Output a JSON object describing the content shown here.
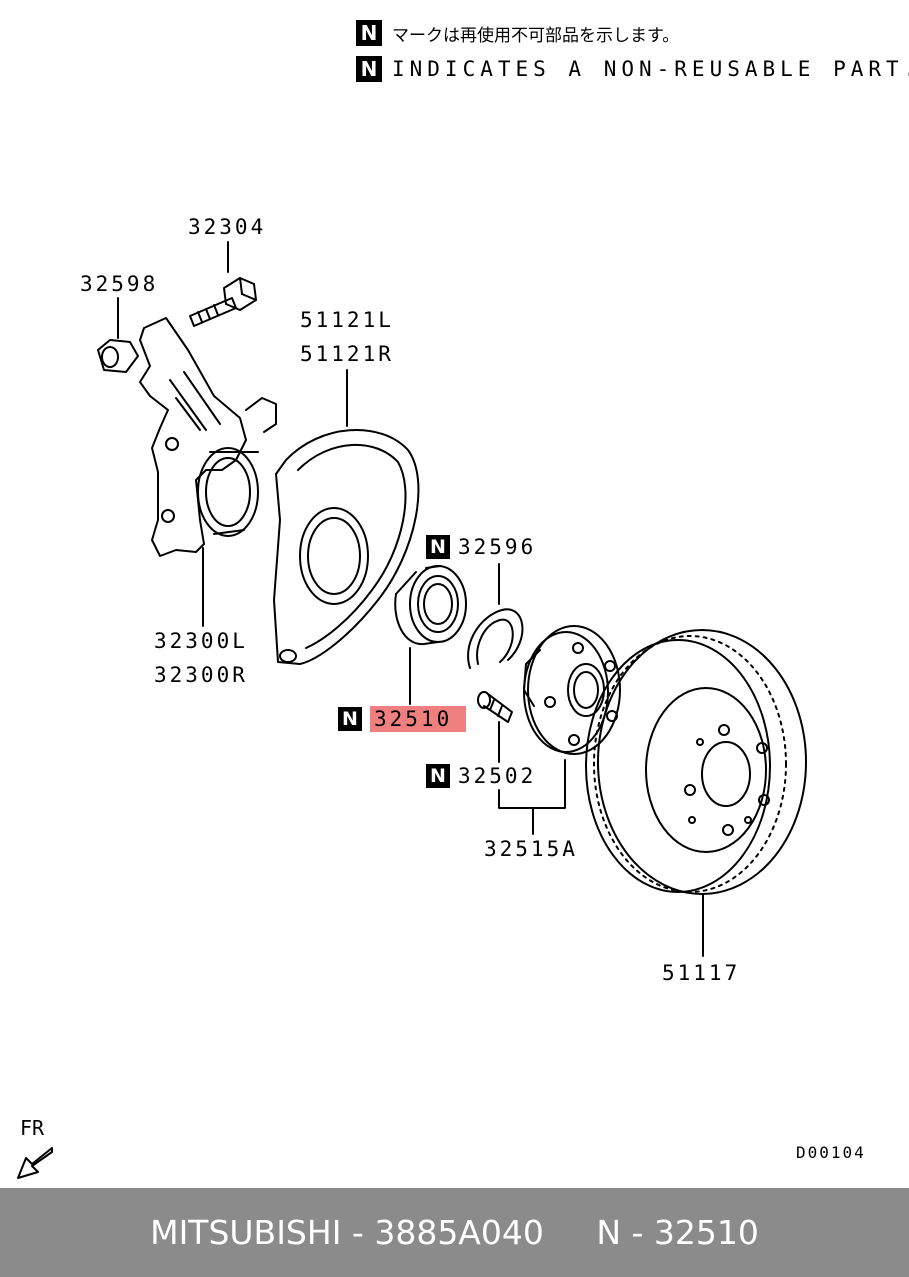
{
  "legend": {
    "n_symbol": "N",
    "japanese": "マークは再使用不可部品を示します。",
    "english": "INDICATES A NON-REUSABLE PART."
  },
  "parts": {
    "bolt": "32304",
    "nut": "32598",
    "dust_shield_l": "51121L",
    "dust_shield_r": "51121R",
    "knuckle_l": "32300L",
    "knuckle_r": "32300R",
    "snap_ring": "32596",
    "bearing": "32510",
    "hub_bolt": "32502",
    "hub_assy": "32515A",
    "brake_disc": "51117"
  },
  "direction_label": "FR",
  "diagram_code": "D00104",
  "footer": {
    "brand": "MITSUBISHI",
    "separator": " - ",
    "part_code": "3885A040",
    "gap": "     ",
    "highlight": "N - 32510"
  },
  "colors": {
    "highlight": "#f08080",
    "footer_bg": "#8b8b8b"
  }
}
